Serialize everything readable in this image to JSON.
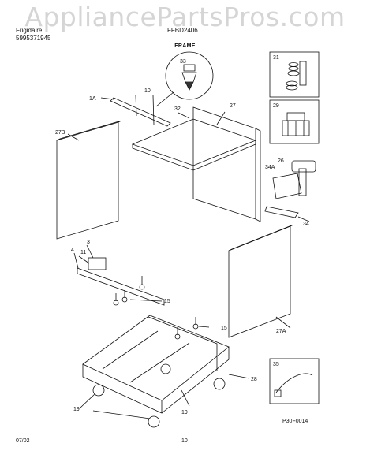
{
  "watermark": "AppliancePartsPros.com",
  "header": {
    "brand": "Frigidaire",
    "model": "FFBD2406",
    "publication": "5995371945",
    "section_title": "FRAME"
  },
  "diagram": {
    "callouts": [
      "33",
      "31",
      "29",
      "26",
      "34A",
      "34",
      "10",
      "1A",
      "32",
      "27",
      "27B",
      "3",
      "11",
      "4",
      "15",
      "15",
      "27A",
      "35",
      "28",
      "19",
      "19"
    ],
    "code": "P30F0014"
  },
  "footer": {
    "date": "07/02",
    "page": "10"
  }
}
